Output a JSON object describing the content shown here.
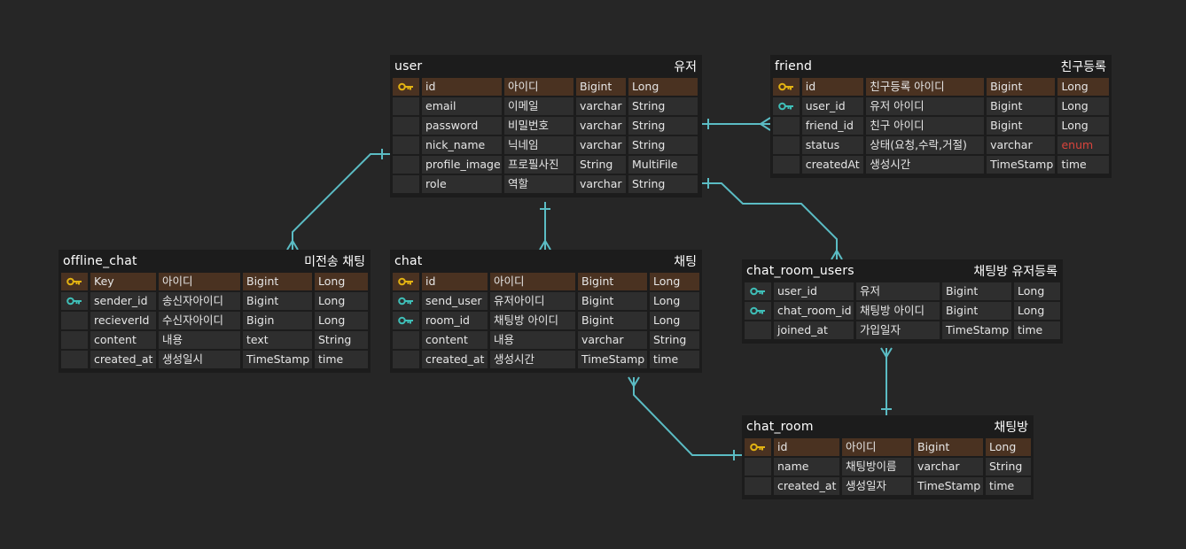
{
  "tables": [
    {
      "id": "user",
      "name": "user",
      "comment": "유저",
      "rows": [
        {
          "key": "pk",
          "name": "id",
          "desc": "아이디",
          "type": "Bigint",
          "java": "Long"
        },
        {
          "key": "",
          "name": "email",
          "desc": "이메일",
          "type": "varchar",
          "java": "String"
        },
        {
          "key": "",
          "name": "password",
          "desc": "비밀번호",
          "type": "varchar",
          "java": "String"
        },
        {
          "key": "",
          "name": "nick_name",
          "desc": "닉네임",
          "type": "varchar",
          "java": "String"
        },
        {
          "key": "",
          "name": "profile_image",
          "desc": "프로필사진",
          "type": "String",
          "java": "MultiFile"
        },
        {
          "key": "",
          "name": "role",
          "desc": "역할",
          "type": "varchar",
          "java": "String"
        }
      ]
    },
    {
      "id": "friend",
      "name": "friend",
      "comment": "친구등록",
      "rows": [
        {
          "key": "pk",
          "name": "id",
          "desc": "친구등록 아이디",
          "type": "Bigint",
          "java": "Long"
        },
        {
          "key": "fk",
          "name": "user_id",
          "desc": "유저 아이디",
          "type": "Bigint",
          "java": "Long"
        },
        {
          "key": "",
          "name": "friend_id",
          "desc": "친구 아이디",
          "type": "Bigint",
          "java": "Long"
        },
        {
          "key": "",
          "name": "status",
          "desc": "상태(요청,수락,거절)",
          "type": "varchar",
          "java": "enum"
        },
        {
          "key": "",
          "name": "createdAt",
          "desc": "생성시간",
          "type": "TimeStamp",
          "java": "time"
        }
      ]
    },
    {
      "id": "offline_chat",
      "name": "offline_chat",
      "comment": "미전송 채팅",
      "rows": [
        {
          "key": "pk",
          "name": "Key",
          "desc": "아이디",
          "type": "Bigint",
          "java": "Long"
        },
        {
          "key": "fk",
          "name": "sender_id",
          "desc": "송신자아이디",
          "type": "Bigint",
          "java": "Long"
        },
        {
          "key": "",
          "name": "recieverId",
          "desc": "수신자아이디",
          "type": "Bigin",
          "java": "Long"
        },
        {
          "key": "",
          "name": "content",
          "desc": "내용",
          "type": "text",
          "java": "String"
        },
        {
          "key": "",
          "name": "created_at",
          "desc": "생성일시",
          "type": "TimeStamp",
          "java": "time"
        }
      ]
    },
    {
      "id": "chat",
      "name": "chat",
      "comment": "채팅",
      "rows": [
        {
          "key": "pk",
          "name": "id",
          "desc": "아이디",
          "type": "Bigint",
          "java": "Long"
        },
        {
          "key": "fk",
          "name": "send_user",
          "desc": "유저아이디",
          "type": "Bigint",
          "java": "Long"
        },
        {
          "key": "fk",
          "name": "room_id",
          "desc": "채팅방 아이디",
          "type": "Bigint",
          "java": "Long"
        },
        {
          "key": "",
          "name": "content",
          "desc": "내용",
          "type": "varchar",
          "java": "String"
        },
        {
          "key": "",
          "name": "created_at",
          "desc": "생성시간",
          "type": "TimeStamp",
          "java": "time"
        }
      ]
    },
    {
      "id": "chat_room_users",
      "name": "chat_room_users",
      "comment": "채팅방 유저등록",
      "rows": [
        {
          "key": "fk",
          "name": "user_id",
          "desc": "유저",
          "type": "Bigint",
          "java": "Long"
        },
        {
          "key": "fk",
          "name": "chat_room_id",
          "desc": "채팅방 아이디",
          "type": "Bigint",
          "java": "Long"
        },
        {
          "key": "",
          "name": "joined_at",
          "desc": "가입일자",
          "type": "TimeStamp",
          "java": "time"
        }
      ]
    },
    {
      "id": "chat_room",
      "name": "chat_room",
      "comment": "채팅방",
      "rows": [
        {
          "key": "pk",
          "name": "id",
          "desc": "아이디",
          "type": "Bigint",
          "java": "Long"
        },
        {
          "key": "",
          "name": "name",
          "desc": "채팅방이름",
          "type": "varchar",
          "java": "String"
        },
        {
          "key": "",
          "name": "created_at",
          "desc": "생성일자",
          "type": "TimeStamp",
          "java": "time"
        }
      ]
    }
  ],
  "colors": {
    "background": "#262626",
    "table_bg": "#1c1c1c",
    "cell_bg": "#2e2e2e",
    "pk_row_bg": "#4a3221",
    "pk_key": "#e3b312",
    "fk_key": "#3fbfb8",
    "relation_line": "#5bbcc4",
    "enum_text": "#d9443c"
  },
  "icons": {
    "pk": "key-icon-gold",
    "fk": "key-icon-teal"
  }
}
